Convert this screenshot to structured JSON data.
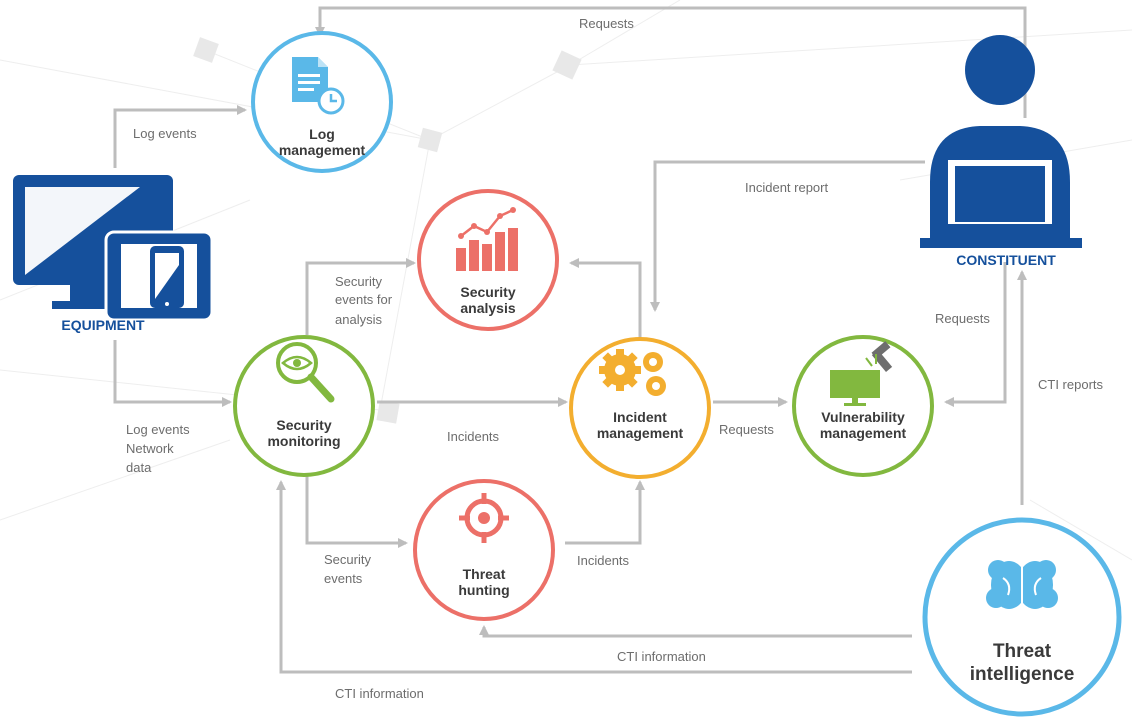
{
  "nodes": {
    "log_management": [
      "Log",
      "management"
    ],
    "security_analysis": [
      "Security",
      "analysis"
    ],
    "security_monitoring": [
      "Security",
      "monitoring"
    ],
    "incident_management": [
      "Incident",
      "management"
    ],
    "vulnerability_management": [
      "Vulnerability",
      "management"
    ],
    "threat_hunting": [
      "Threat",
      "hunting"
    ],
    "threat_intelligence": [
      "Threat",
      "intelligence"
    ],
    "equipment": "EQUIPMENT",
    "constituent": "CONSTITUENT"
  },
  "edges": {
    "requests_top": "Requests",
    "log_events_top": "Log events",
    "incident_report": "Incident report",
    "security_events_for_analysis": [
      "Security",
      "events for",
      "analysis"
    ],
    "log_events_network": [
      "Log events",
      "Network",
      "data"
    ],
    "incidents_mid": "Incidents",
    "requests_mid": "Requests",
    "requests_right": "Requests",
    "cti_reports": "CTI reports",
    "security_events": [
      "Security",
      "events"
    ],
    "incidents_low": "Incidents",
    "cti_information_a": "CTI information",
    "cti_information_b": "CTI information"
  },
  "colors": {
    "blue": "#5ab8e8",
    "red": "#ec7068",
    "green": "#82b83f",
    "orange": "#f3ae2f",
    "brand": "#15509c",
    "arrow": "#bdbdbd"
  },
  "icons": {
    "log_management": "document-clock-icon",
    "security_analysis": "bar-chart-icon",
    "security_monitoring": "magnifier-eye-icon",
    "incident_management": "gears-icon",
    "vulnerability_management": "monitor-hammer-icon",
    "threat_hunting": "crosshair-icon",
    "threat_intelligence": "brain-icon",
    "equipment": "devices-icon",
    "constituent": "user-laptop-icon"
  }
}
